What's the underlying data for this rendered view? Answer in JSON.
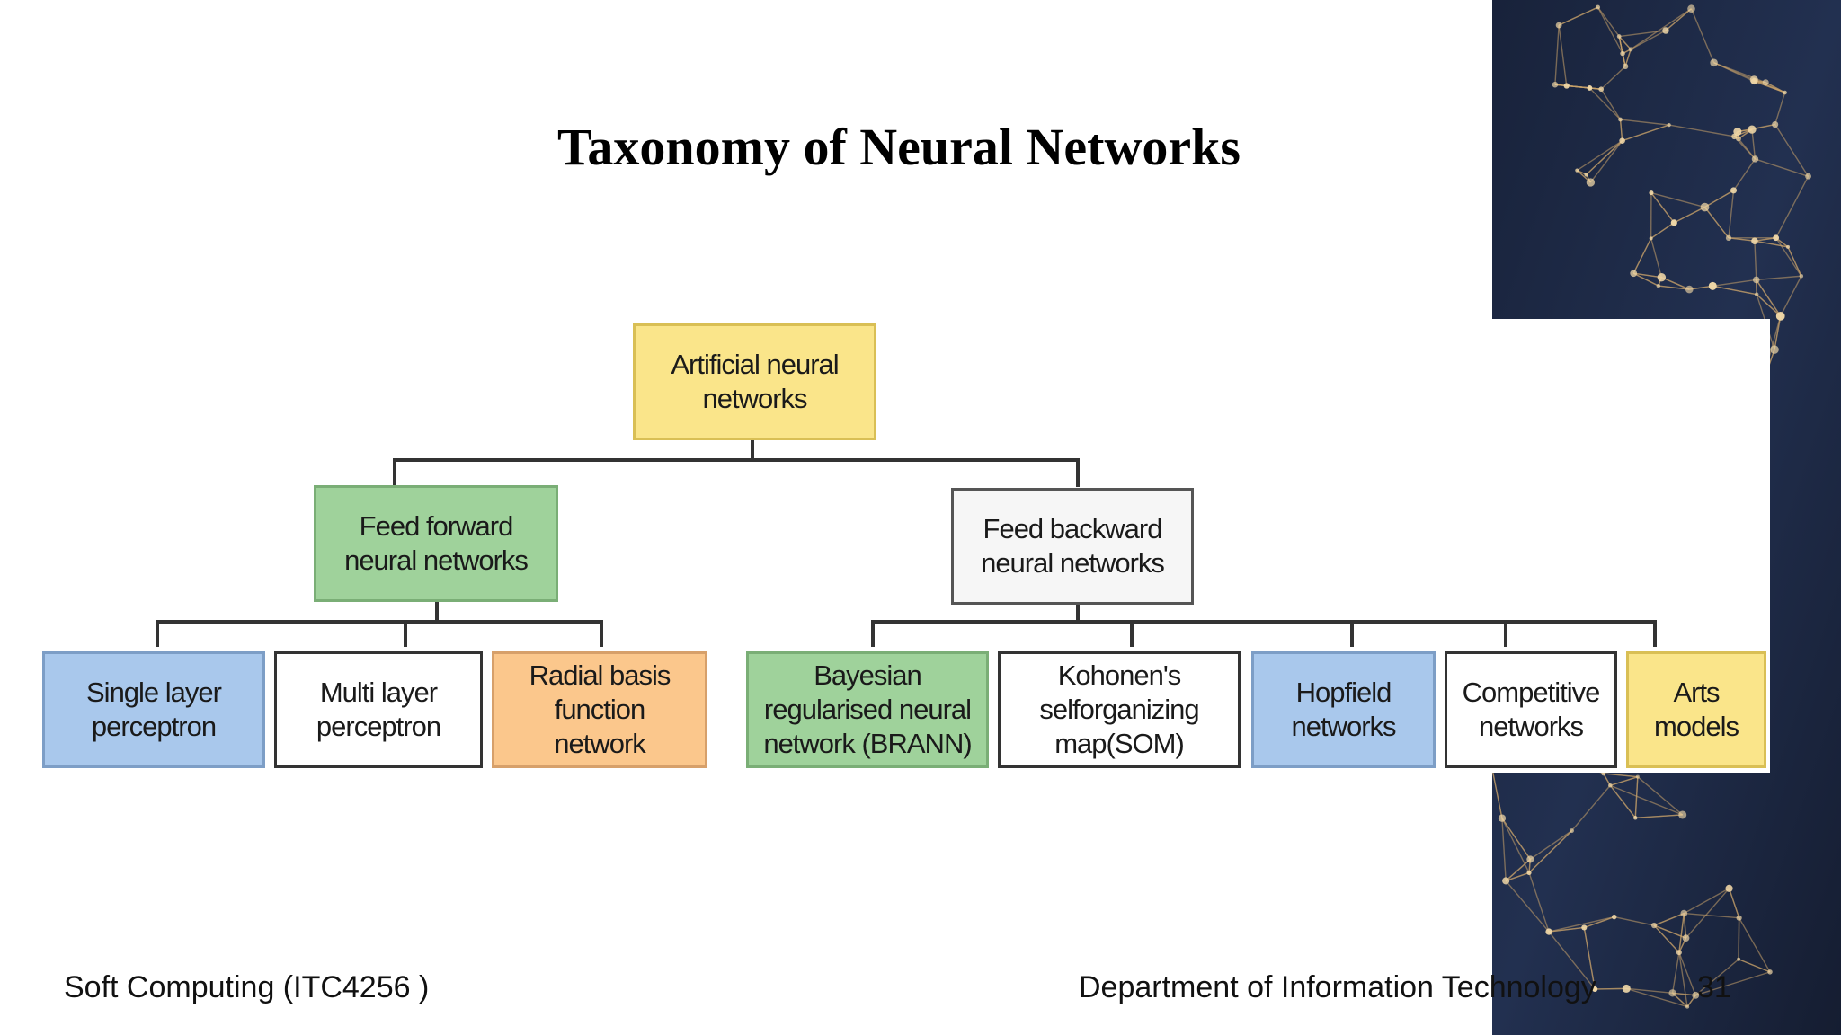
{
  "slide": {
    "title": "Taxonomy of Neural Networks",
    "footer_left": "Soft Computing (ITC4256 )",
    "footer_right": "Department of Information Technology",
    "page_number": "31"
  },
  "diagram": {
    "root": "Artificial neural\nnetworks",
    "branches": [
      "Feed forward\nneural networks",
      "Feed backward\nneural networks"
    ],
    "leaves": [
      "Single layer\nperceptron",
      "Multi layer\nperceptron",
      "Radial basis\nfunction\nnetwork",
      "Bayesian\nregularised neural\nnetwork (BRANN)",
      "Kohonen's\nselforganizing\nmap(SOM)",
      "Hopfield\nnetworks",
      "Competitive\nnetworks",
      "Arts\nmodels"
    ]
  },
  "colors": {
    "yellow": "#fae58a",
    "green": "#9fd29b",
    "blue": "#a9c8ec",
    "orange": "#fbc78c",
    "background_deco": "#1c2740",
    "network_lines": "#c8a26a"
  }
}
